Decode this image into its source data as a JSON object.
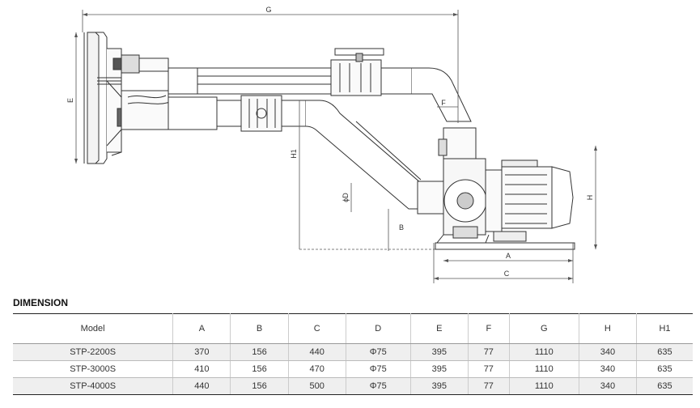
{
  "drawing": {
    "dimension_labels": {
      "G": "G",
      "E": "E",
      "F": "F",
      "H1": "H1",
      "D": "ϕD",
      "B": "B",
      "H": "H",
      "A": "A",
      "C": "C"
    }
  },
  "dimension": {
    "title": "DIMENSION",
    "columns": [
      "Model",
      "A",
      "B",
      "C",
      "D",
      "E",
      "F",
      "G",
      "H",
      "H1"
    ],
    "rows": [
      [
        "STP-2200S",
        "370",
        "156",
        "440",
        "Φ75",
        "395",
        "77",
        "1110",
        "340",
        "635"
      ],
      [
        "STP-3000S",
        "410",
        "156",
        "470",
        "Φ75",
        "395",
        "77",
        "1110",
        "340",
        "635"
      ],
      [
        "STP-4000S",
        "440",
        "156",
        "500",
        "Φ75",
        "395",
        "77",
        "1110",
        "340",
        "635"
      ]
    ]
  }
}
